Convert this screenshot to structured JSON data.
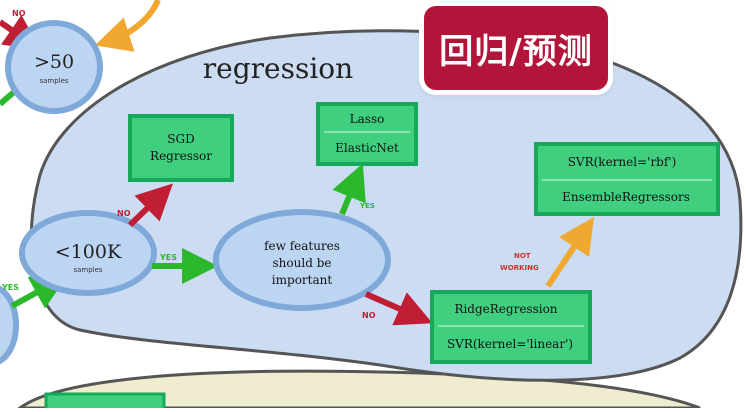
{
  "region": {
    "title": "regression"
  },
  "badge": {
    "label": "回归/预测",
    "color": "#b3153a"
  },
  "nodes": {
    "samples50": {
      "line1": ">50",
      "line2": "samples"
    },
    "samples100k": {
      "line1": "<100K",
      "line2": "samples"
    },
    "few_features": {
      "line1": "few features",
      "line2": "should be",
      "line3": "important"
    }
  },
  "estimators": {
    "sgd": {
      "line1": "SGD",
      "line2": "Regressor"
    },
    "lasso": "Lasso",
    "elasticnet": "ElasticNet",
    "svr_rbf": "SVR(kernel='rbf')",
    "ensemble": "EnsembleRegressors",
    "ridge": "RidgeRegression",
    "svr_linear": "SVR(kernel='linear')"
  },
  "edges": {
    "no_top": "NO",
    "no_sgd": "NO",
    "yes_lasso": "YES",
    "yes_few": "YES",
    "no_ridge": "NO",
    "not_working_1": "NOT",
    "not_working_2": "WORKING",
    "yes_left": "YES"
  },
  "colors": {
    "region_fill": "#cbdcf3",
    "bottom_region_fill": "#efeccf",
    "node_fill": "#bcd5f2",
    "node_border": "#7fa9d8",
    "estimator_fill": "#3fcf7f",
    "estimator_border": "#18a85a",
    "arrow_yes": "#2bb82b",
    "arrow_no": "#c01e35",
    "arrow_not_working": "#f0a830"
  }
}
